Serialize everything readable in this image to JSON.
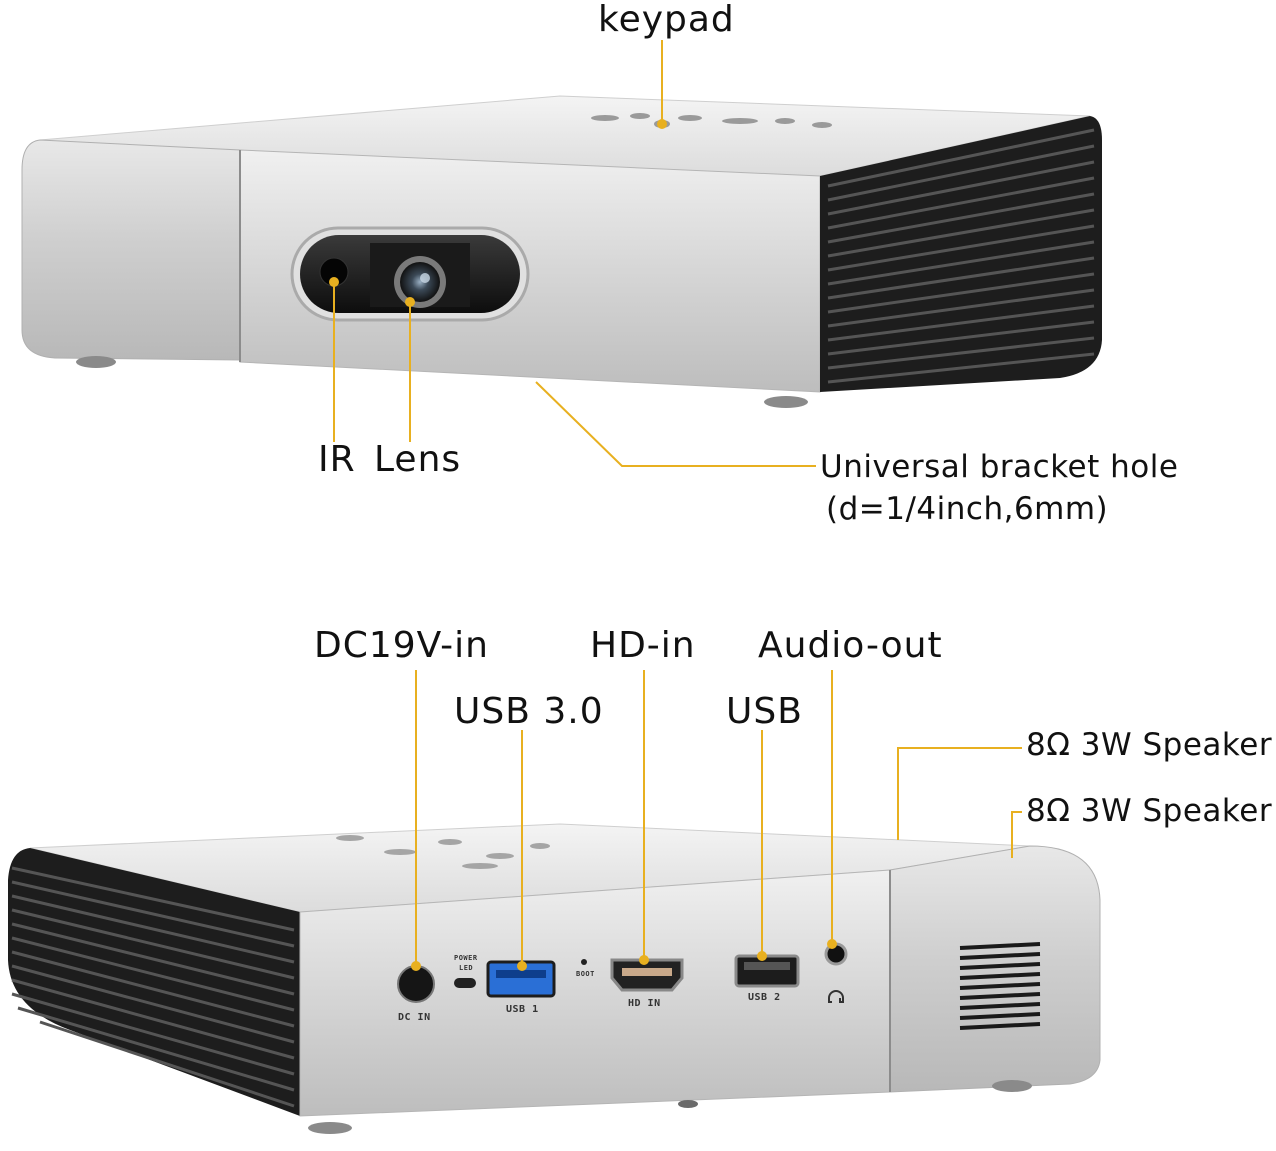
{
  "callouts": {
    "keypad": "keypad",
    "ir": "IR",
    "lens": "Lens",
    "bracket_line1": "Universal bracket hole",
    "bracket_line2": "(d=1/4inch,6mm)",
    "dc": "DC19V-in",
    "usb30": "USB 3.0",
    "hd": "HD-in",
    "usb": "USB",
    "audio": "Audio-out",
    "speaker1": "8Ω 3W Speaker",
    "speaker2": "8Ω 3W Speaker"
  },
  "port_labels": {
    "dc": "DC IN",
    "power_led_1": "POWER",
    "power_led_2": "LED",
    "usb1": "USB 1",
    "boot": "BOOT",
    "hd_in": "HD IN",
    "usb2": "USB 2",
    "audio_icon": "headphone-icon"
  },
  "colors": {
    "leader_line": "#e8b020",
    "body_silver": "#c8c8c8",
    "vent_dark": "#1e1e1e",
    "usb3_blue": "#2a6fd6"
  }
}
